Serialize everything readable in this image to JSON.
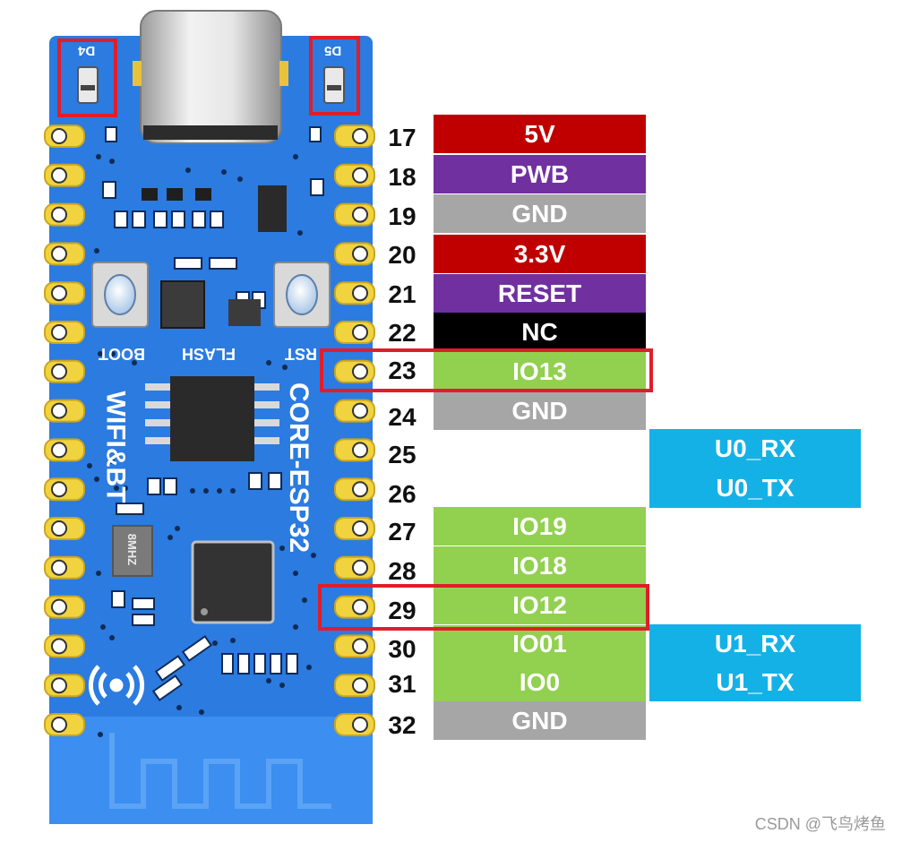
{
  "board": {
    "silkscreen": {
      "d4": "D4",
      "d5": "D5",
      "boot": "BOOT",
      "flash": "FLASH",
      "rst": "RST",
      "wifi_bt": "WIFI&BT",
      "core": "CORE-ESP32",
      "crystal": "8MHZ"
    }
  },
  "pins": [
    {
      "number": "17",
      "label": "5V",
      "color": "#c00000"
    },
    {
      "number": "18",
      "label": "PWB",
      "color": "#7030a0"
    },
    {
      "number": "19",
      "label": "GND",
      "color": "#a6a6a6"
    },
    {
      "number": "20",
      "label": "3.3V",
      "color": "#c00000"
    },
    {
      "number": "21",
      "label": "RESET",
      "color": "#7030a0"
    },
    {
      "number": "22",
      "label": "NC",
      "color": "#000000"
    },
    {
      "number": "23",
      "label": "IO13",
      "color": "#92d050",
      "highlighted": true
    },
    {
      "number": "24",
      "label": "GND",
      "color": "#a6a6a6"
    },
    {
      "number": "25",
      "label": "",
      "side_label": "U0_RX"
    },
    {
      "number": "26",
      "label": "",
      "side_label": "U0_TX"
    },
    {
      "number": "27",
      "label": "IO19",
      "color": "#92d050"
    },
    {
      "number": "28",
      "label": "IO18",
      "color": "#92d050"
    },
    {
      "number": "29",
      "label": "IO12",
      "color": "#92d050",
      "highlighted": true
    },
    {
      "number": "30",
      "label": "IO01",
      "color": "#92d050",
      "side_label": "U1_RX"
    },
    {
      "number": "31",
      "label": "IO0",
      "color": "#92d050",
      "side_label": "U1_TX"
    },
    {
      "number": "32",
      "label": "GND",
      "color": "#a6a6a6"
    }
  ],
  "colors": {
    "uart": "#14b1e7",
    "highlight": "#e01e2a",
    "pcb": "#2b7be0"
  },
  "watermark": "CSDN @飞鸟烤鱼"
}
